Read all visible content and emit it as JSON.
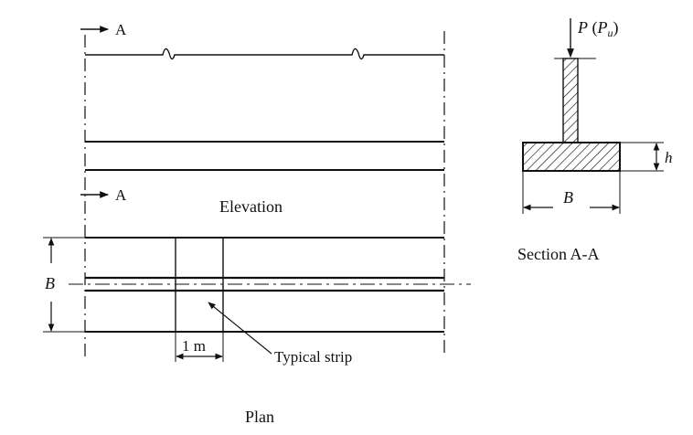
{
  "labels": {
    "section_marker_top": "A",
    "section_marker_bottom": "A",
    "elevation": "Elevation",
    "plan": "Plan",
    "section": "Section A-A",
    "typical_strip": "Typical strip",
    "strip_width": "1 m",
    "width_plan": "B",
    "width_section": "B",
    "thickness": "h",
    "load_p": "P",
    "load_pu": "u"
  },
  "colors": {
    "ink": "#111111",
    "paper": "#ffffff"
  }
}
